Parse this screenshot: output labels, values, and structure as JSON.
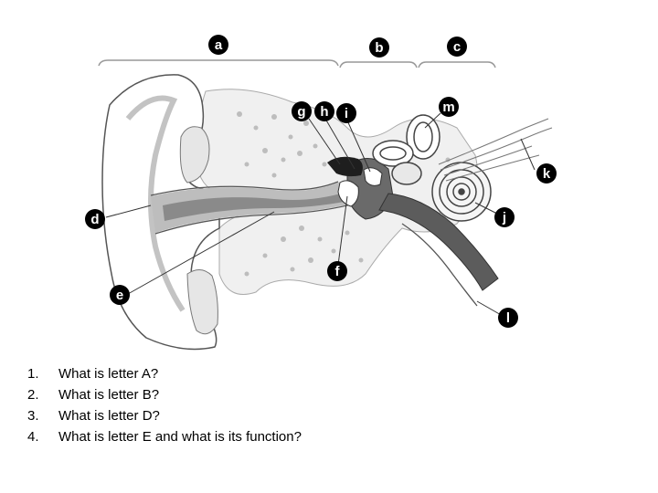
{
  "diagram": {
    "labels": [
      "a",
      "b",
      "c",
      "d",
      "e",
      "f",
      "g",
      "h",
      "i",
      "j",
      "k",
      "l",
      "m"
    ]
  },
  "questions": [
    {
      "num": "1.",
      "text": "What is letter A?"
    },
    {
      "num": "2.",
      "text": "What is letter B?"
    },
    {
      "num": "3.",
      "text": "What is letter D?"
    },
    {
      "num": "4.",
      "text": "What is letter E and what is its function?"
    }
  ],
  "colors": {
    "label_fill": "#000000",
    "stroke": "#444444",
    "canal_gray": "#8a8a8a",
    "dark_gray": "#4a4a4a",
    "light_gray": "#c8c8c8"
  }
}
